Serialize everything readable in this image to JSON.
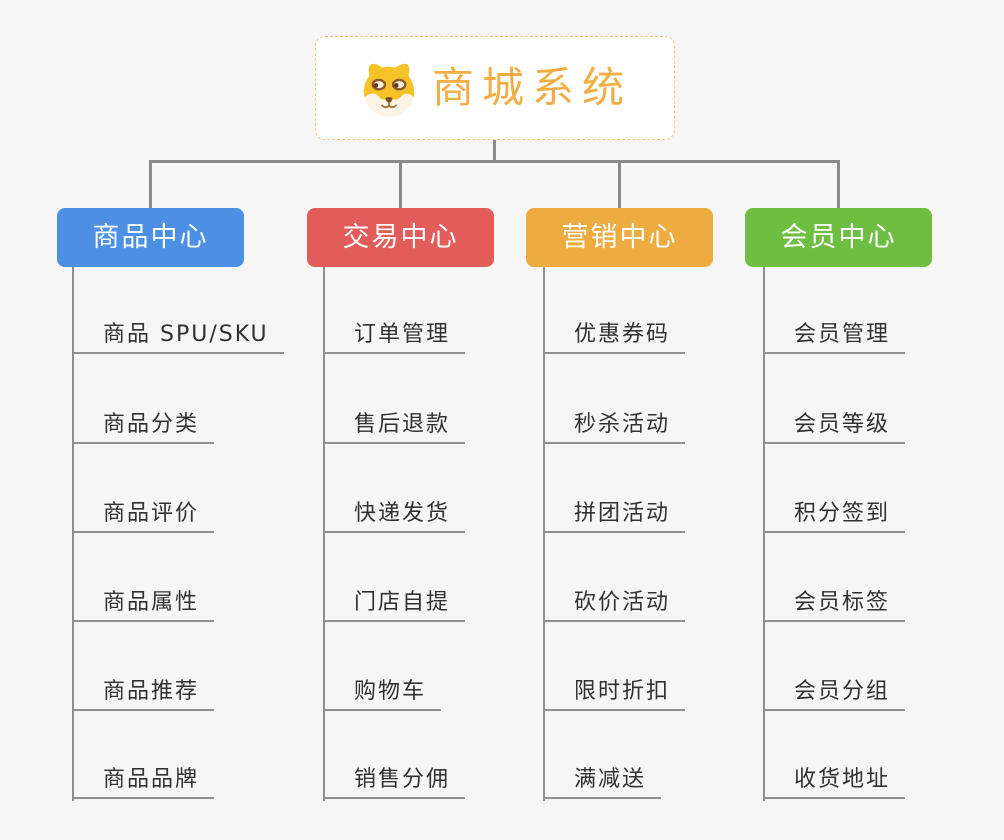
{
  "root": {
    "title": "商城系统",
    "icon": "doge-icon",
    "title_color": "#F2AE44",
    "border_color": "#F6C888",
    "background": "#FFFFFF"
  },
  "connector_color": "#8A8A8A",
  "page_background": "#F6F6F6",
  "leaf_text_color": "#313131",
  "branches": [
    {
      "label": "商品中心",
      "color": "#4B90E2",
      "items": [
        "商品 SPU/SKU",
        "商品分类",
        "商品评价",
        "商品属性",
        "商品推荐",
        "商品品牌"
      ]
    },
    {
      "label": "交易中心",
      "color": "#E25C5A",
      "items": [
        "订单管理",
        "售后退款",
        "快递发货",
        "门店自提",
        "购物车",
        "销售分佣"
      ]
    },
    {
      "label": "营销中心",
      "color": "#EEAC40",
      "items": [
        "优惠券码",
        "秒杀活动",
        "拼团活动",
        "砍价活动",
        "限时折扣",
        "满减送"
      ]
    },
    {
      "label": "会员中心",
      "color": "#6EBF41",
      "items": [
        "会员管理",
        "会员等级",
        "积分签到",
        "会员标签",
        "会员分组",
        "收货地址"
      ]
    }
  ]
}
